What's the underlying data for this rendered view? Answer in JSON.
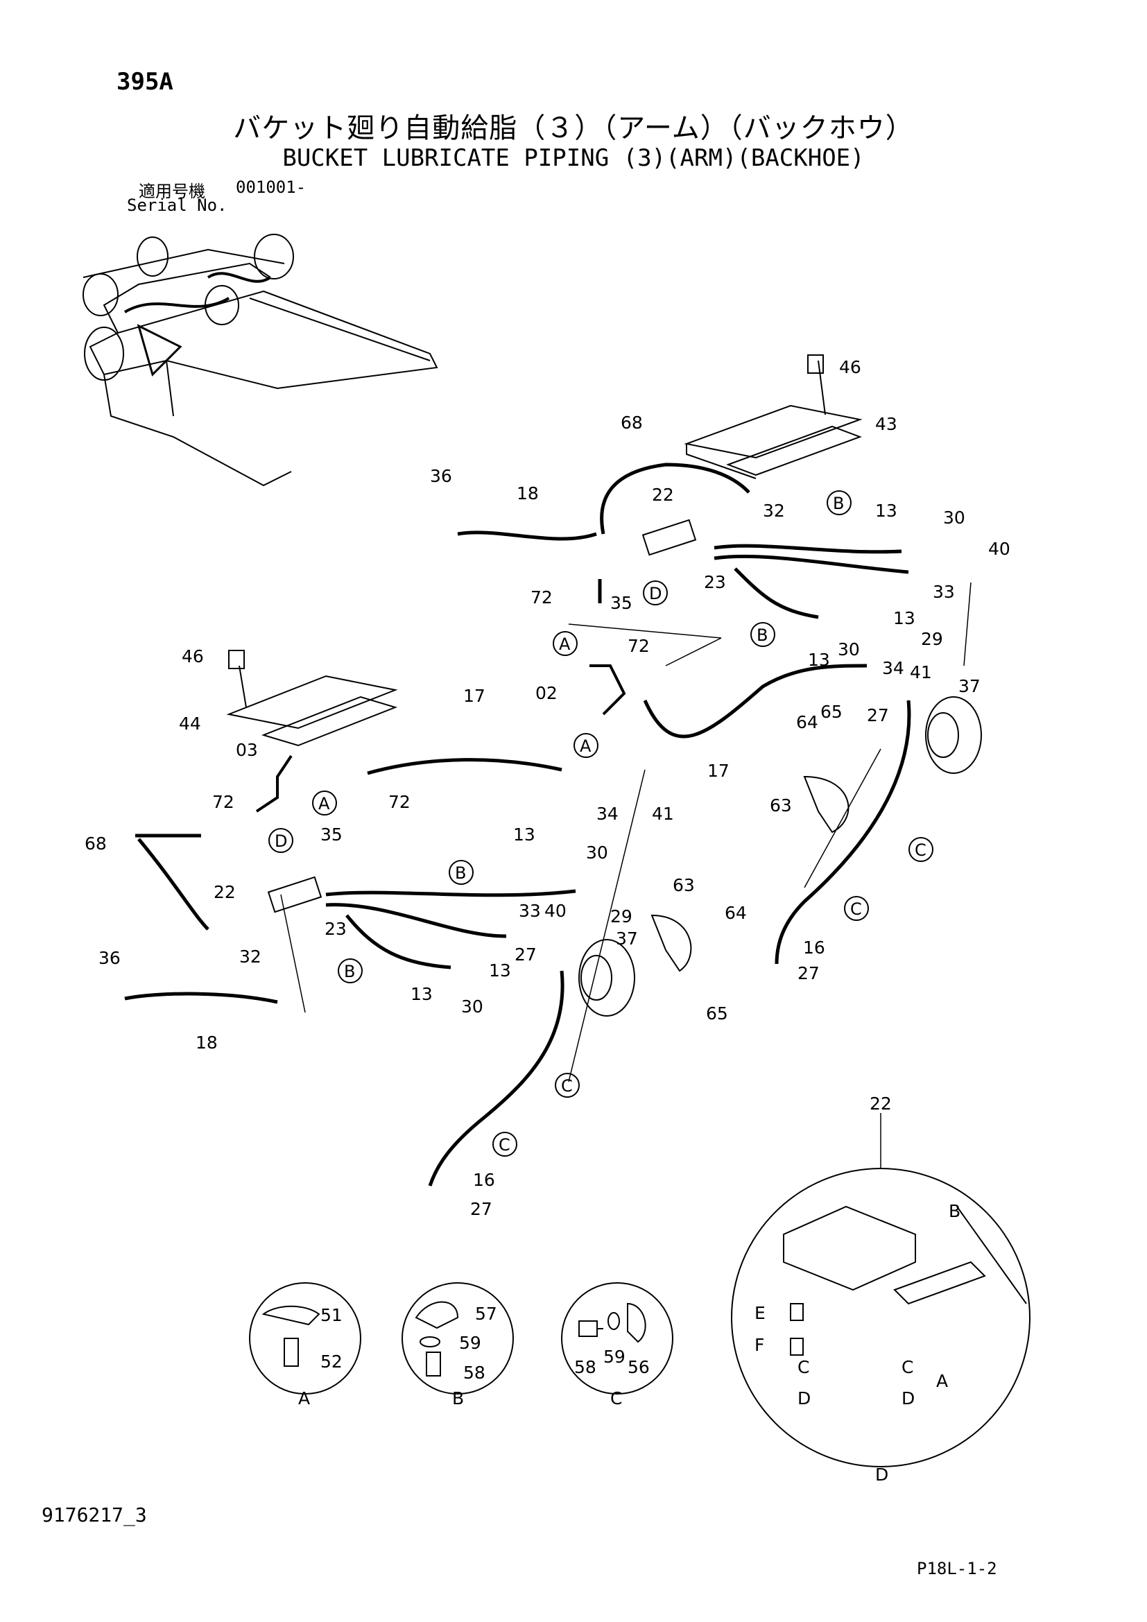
{
  "header": {
    "page_number": "395A",
    "title_jp": "バケット廻り自動給脂（３）（アーム）（バックホウ）",
    "title_en": "BUCKET LUBRICATE PIPING (3)(ARM)(BACKHOE)",
    "serial_label_jp": "適用号機",
    "serial_value": "001001-",
    "serial_label_en": "Serial No."
  },
  "footer": {
    "doc_number": "9176217_3",
    "sheet_code": "P18L-1-2"
  },
  "callouts": [
    {
      "id": "c46a",
      "label": "46"
    },
    {
      "id": "c43",
      "label": "43"
    },
    {
      "id": "c68a",
      "label": "68"
    },
    {
      "id": "c36a",
      "label": "36"
    },
    {
      "id": "c18a",
      "label": "18"
    },
    {
      "id": "c22a",
      "label": "22"
    },
    {
      "id": "c32a",
      "label": "32"
    },
    {
      "id": "c13a",
      "label": "13"
    },
    {
      "id": "c30a",
      "label": "30"
    },
    {
      "id": "c40a",
      "label": "40"
    },
    {
      "id": "c72a",
      "label": "72"
    },
    {
      "id": "c35a",
      "label": "35"
    },
    {
      "id": "c23a",
      "label": "23"
    },
    {
      "id": "c13b",
      "label": "13"
    },
    {
      "id": "c33a",
      "label": "33"
    },
    {
      "id": "c29a",
      "label": "29"
    },
    {
      "id": "c13c",
      "label": "13"
    },
    {
      "id": "c30b",
      "label": "30"
    },
    {
      "id": "c37a",
      "label": "37"
    },
    {
      "id": "c46b",
      "label": "46"
    },
    {
      "id": "c44",
      "label": "44"
    },
    {
      "id": "c17a",
      "label": "17"
    },
    {
      "id": "c72b",
      "label": "72"
    },
    {
      "id": "c02",
      "label": "02"
    },
    {
      "id": "c34a",
      "label": "34"
    },
    {
      "id": "c41a",
      "label": "41"
    },
    {
      "id": "c27a",
      "label": "27"
    },
    {
      "id": "c64a",
      "label": "64"
    },
    {
      "id": "c65a",
      "label": "65"
    },
    {
      "id": "c17b",
      "label": "17"
    },
    {
      "id": "c03",
      "label": "03"
    },
    {
      "id": "c72c",
      "label": "72"
    },
    {
      "id": "c34b",
      "label": "34"
    },
    {
      "id": "c41b",
      "label": "41"
    },
    {
      "id": "c63a",
      "label": "63"
    },
    {
      "id": "c72d",
      "label": "72"
    },
    {
      "id": "c68b",
      "label": "68"
    },
    {
      "id": "c35b",
      "label": "35"
    },
    {
      "id": "c13d",
      "label": "13"
    },
    {
      "id": "c30c",
      "label": "30"
    },
    {
      "id": "c22b",
      "label": "22"
    },
    {
      "id": "c23b",
      "label": "23"
    },
    {
      "id": "c32b",
      "label": "32"
    },
    {
      "id": "c33b",
      "label": "33"
    },
    {
      "id": "c40b",
      "label": "40"
    },
    {
      "id": "c29b",
      "label": "29"
    },
    {
      "id": "c37b",
      "label": "37"
    },
    {
      "id": "c63b",
      "label": "63"
    },
    {
      "id": "c64b",
      "label": "64"
    },
    {
      "id": "c16a",
      "label": "16"
    },
    {
      "id": "c27b",
      "label": "27"
    },
    {
      "id": "c36b",
      "label": "36"
    },
    {
      "id": "c27c",
      "label": "27"
    },
    {
      "id": "c13e",
      "label": "13"
    },
    {
      "id": "c13f",
      "label": "13"
    },
    {
      "id": "c30d",
      "label": "30"
    },
    {
      "id": "c65b",
      "label": "65"
    },
    {
      "id": "c18b",
      "label": "18"
    },
    {
      "id": "c16b",
      "label": "16"
    },
    {
      "id": "c27d",
      "label": "27"
    },
    {
      "id": "c22c",
      "label": "22"
    },
    {
      "id": "c51",
      "label": "51"
    },
    {
      "id": "c52",
      "label": "52"
    },
    {
      "id": "c57",
      "label": "57"
    },
    {
      "id": "c59a",
      "label": "59"
    },
    {
      "id": "c58a",
      "label": "58"
    },
    {
      "id": "c58b",
      "label": "58"
    },
    {
      "id": "c59b",
      "label": "59"
    },
    {
      "id": "c56",
      "label": "56"
    }
  ],
  "reference_marks": [
    {
      "id": "rB1",
      "label": "B"
    },
    {
      "id": "rD1",
      "label": "D"
    },
    {
      "id": "rB2",
      "label": "B"
    },
    {
      "id": "rA1",
      "label": "A"
    },
    {
      "id": "rA2",
      "label": "A"
    },
    {
      "id": "rA3",
      "label": "A"
    },
    {
      "id": "rD2",
      "label": "D"
    },
    {
      "id": "rB3",
      "label": "B"
    },
    {
      "id": "rB4",
      "label": "B"
    },
    {
      "id": "rC1",
      "label": "C"
    },
    {
      "id": "rC2",
      "label": "C"
    },
    {
      "id": "rC3",
      "label": "C"
    },
    {
      "id": "rC4",
      "label": "C"
    }
  ],
  "detail_labels": [
    {
      "id": "dA",
      "label": "A"
    },
    {
      "id": "dB",
      "label": "B"
    },
    {
      "id": "dC",
      "label": "C"
    },
    {
      "id": "dD",
      "label": "D"
    },
    {
      "id": "dE1",
      "label": "E"
    },
    {
      "id": "dF1",
      "label": "F"
    },
    {
      "id": "dC1",
      "label": "C"
    },
    {
      "id": "dC2",
      "label": "C"
    },
    {
      "id": "dD1",
      "label": "D"
    },
    {
      "id": "dD2",
      "label": "D"
    },
    {
      "id": "dA2",
      "label": "A"
    },
    {
      "id": "dB2",
      "label": "B"
    }
  ],
  "colors": {
    "ink": "#000000",
    "paper": "#ffffff"
  }
}
